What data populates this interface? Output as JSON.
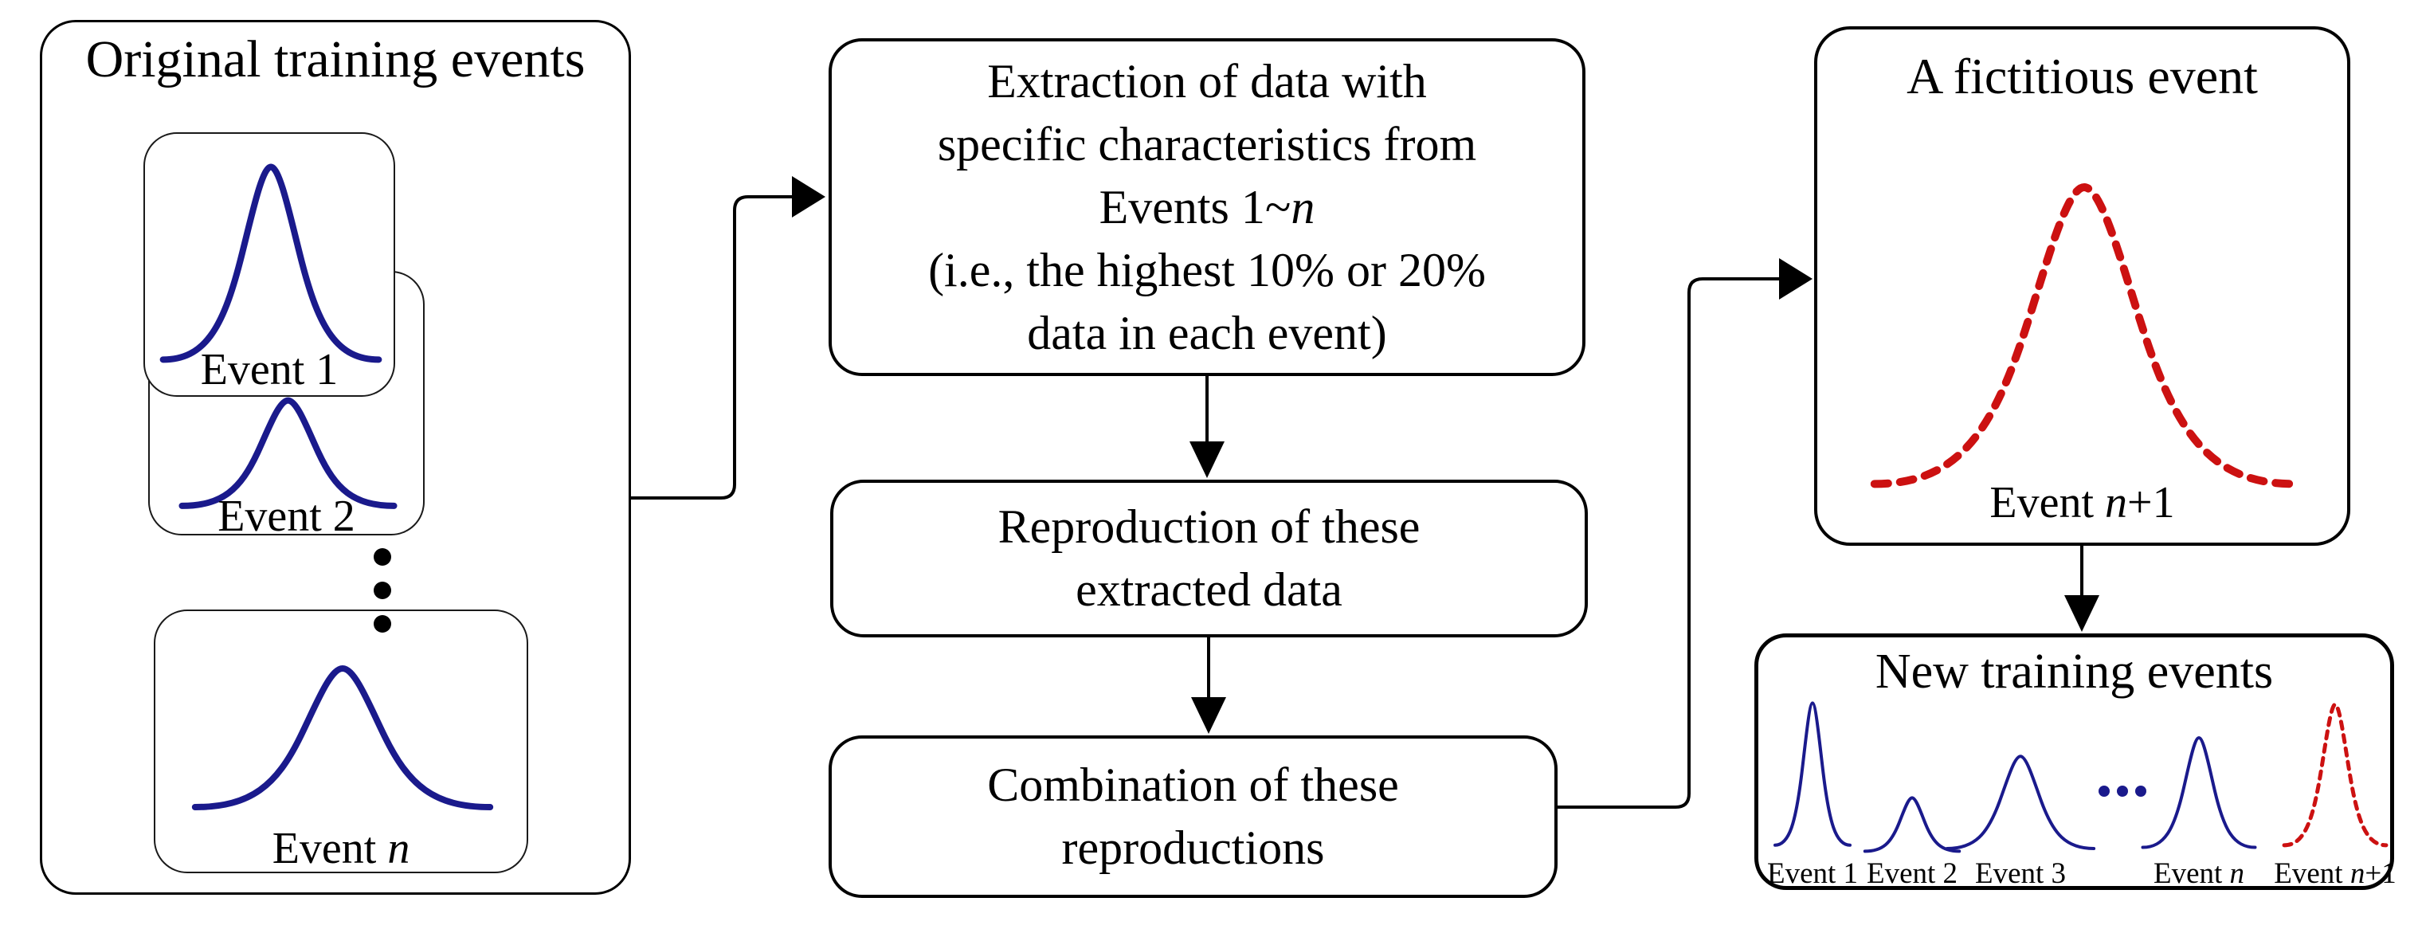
{
  "left_box": {
    "title": "Original training events",
    "event1_label": "Event 1",
    "event2_label": "Event 2",
    "eventn_prefix": "Event ",
    "eventn_n": "n"
  },
  "extraction_box": {
    "line1": "Extraction of data with",
    "line2": "specific characteristics from",
    "line3_prefix": "Events 1~",
    "line3_n": "n",
    "line4": "(i.e., the highest 10% or 20%",
    "line5": "data in each event)"
  },
  "reproduction_box": {
    "line1": "Reproduction of these",
    "line2": "extracted data"
  },
  "combination_box": {
    "line1": "Combination of these",
    "line2": "reproductions"
  },
  "fictitious_box": {
    "title": "A fictitious event",
    "label_prefix": "Event ",
    "label_n": "n",
    "label_suffix": "+1"
  },
  "new_events_box": {
    "title": "New training events",
    "event1_label": "Event 1",
    "event2_label": "Event 2",
    "event3_label": "Event 3",
    "eventn_prefix": "Event ",
    "eventn_n": "n",
    "eventn1_prefix": "Event ",
    "eventn1_n": "n",
    "eventn1_suffix": "+1"
  },
  "colors": {
    "curve_blue": "#1a1a8c",
    "curve_red": "#cc1111",
    "outline_black": "#000000",
    "background": "#ffffff"
  }
}
